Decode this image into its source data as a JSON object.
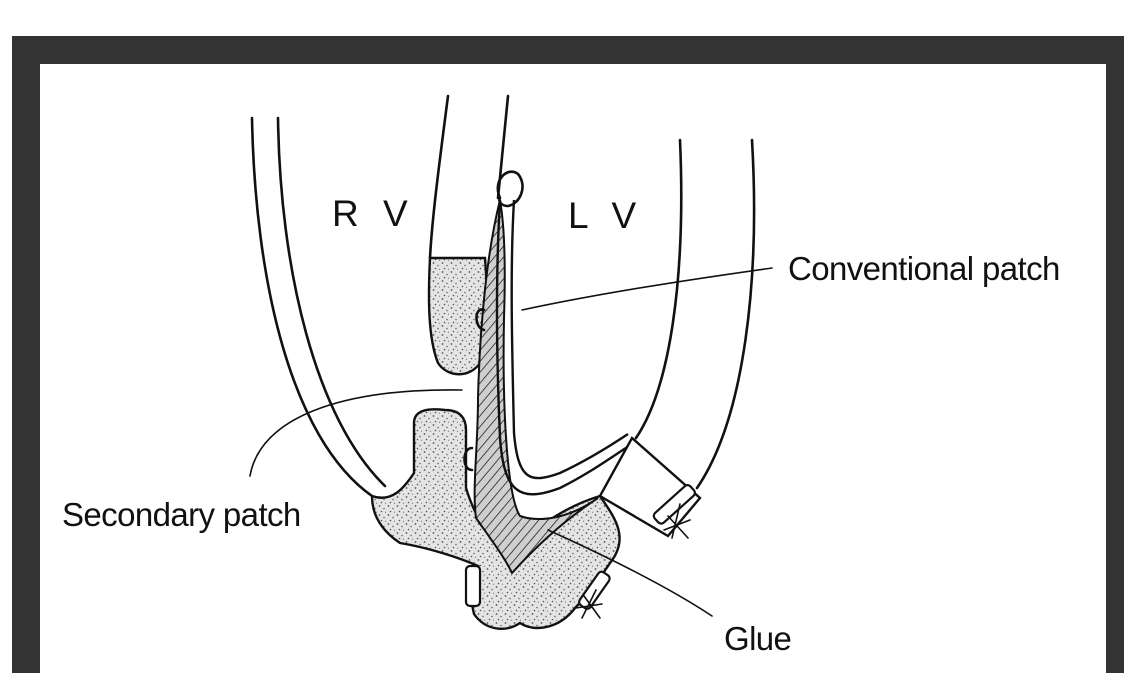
{
  "labels": {
    "rv": "R V",
    "lv": "L V",
    "conventional_patch": "Conventional patch",
    "secondary_patch": "Secondary patch",
    "glue": "Glue"
  },
  "colors": {
    "frame": "#333333",
    "background": "#ffffff",
    "ink": "#111111"
  }
}
